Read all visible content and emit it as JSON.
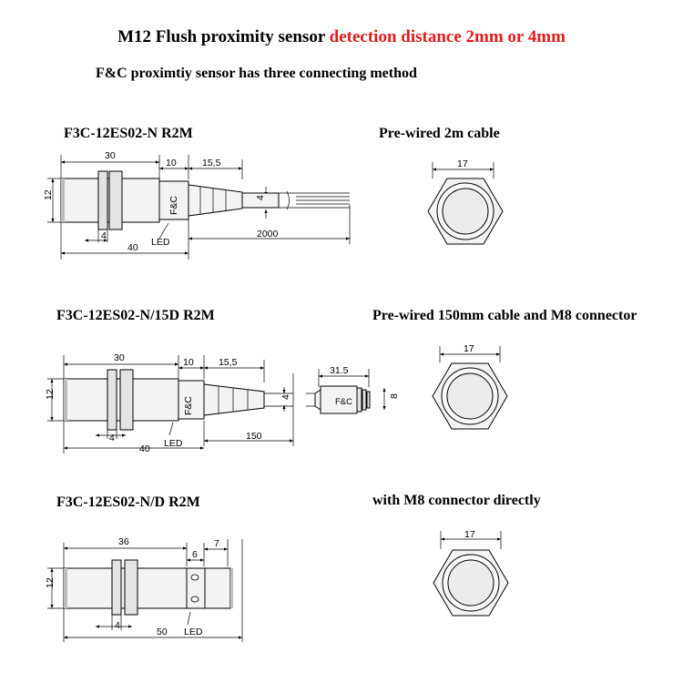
{
  "header": {
    "title_black": "M12 Flush proximity sensor ",
    "title_red": "detection distance 2mm or 4mm",
    "subtitle": "F&C  proximtiy sensor has three connecting method",
    "accent_color": "#e01b1b"
  },
  "sections": [
    {
      "model": "F3C-12ES02-N R2M",
      "method": "Pre-wired 2m cable",
      "dims": {
        "body_length": "30",
        "nut_gap": "10",
        "cable_gland": "15,5",
        "diameter": "12",
        "nut_width": "4",
        "cable_dia": "4",
        "total": "40",
        "cable_length": "2000",
        "hex_size": "17"
      },
      "labels": {
        "brand": "F&C",
        "led": "LED"
      }
    },
    {
      "model": "F3C-12ES02-N/15D R2M",
      "method": "Pre-wired 150mm cable and M8 connector",
      "dims": {
        "body_length": "30",
        "nut_gap": "10",
        "cable_gland": "15,5",
        "diameter": "12",
        "nut_width": "4",
        "cable_dia": "4",
        "total": "40",
        "cable_length": "150",
        "connector_length": "31.5",
        "connector_dia": "8",
        "hex_size": "17"
      },
      "labels": {
        "brand": "F&C",
        "connector_brand": "F&C",
        "led": "LED"
      }
    },
    {
      "model": "F3C-12ES02-N/D R2M",
      "method": "with M8 connector directly",
      "dims": {
        "body_length": "36",
        "led_width": "6",
        "connector_width": "7",
        "diameter": "12",
        "nut_width": "4",
        "total": "50",
        "hex_size": "17"
      },
      "labels": {
        "led": "LED"
      }
    }
  ]
}
